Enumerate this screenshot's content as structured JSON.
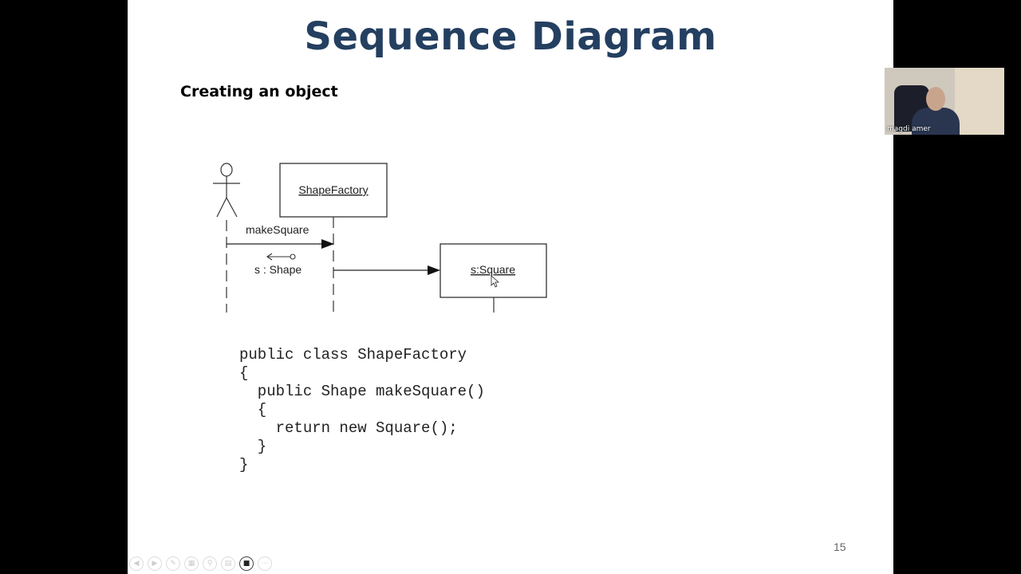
{
  "slide": {
    "title": "Sequence Diagram",
    "subtitle": "Creating an object",
    "page_number": "15"
  },
  "diagram": {
    "factory_label": "ShapeFactory",
    "message_label": "makeSquare",
    "return_label": "s : Shape",
    "square_label": "s:Square"
  },
  "code": {
    "lines": [
      "public class ShapeFactory",
      "{",
      "  public Shape makeSquare()",
      "  {",
      "    return new Square();",
      "  }",
      "}"
    ]
  },
  "toolbar": {
    "buttons": [
      {
        "name": "previous-slide-button",
        "glyph": "◀"
      },
      {
        "name": "next-slide-button",
        "glyph": "▶"
      },
      {
        "name": "pen-tool-button",
        "glyph": "✎"
      },
      {
        "name": "slide-overview-button",
        "glyph": "▦"
      },
      {
        "name": "zoom-button",
        "glyph": "⚲"
      },
      {
        "name": "subtitles-button",
        "glyph": "▤"
      },
      {
        "name": "camera-button",
        "glyph": "■"
      },
      {
        "name": "more-options-button",
        "glyph": "⋯"
      }
    ]
  },
  "webcam": {
    "participant_name": "magdi amer"
  }
}
